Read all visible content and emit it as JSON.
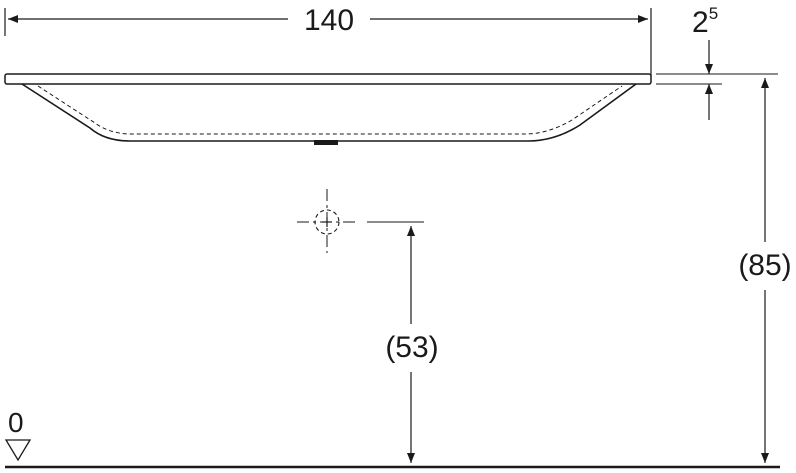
{
  "dimensions": {
    "width": "140",
    "thickness_base": "2",
    "thickness_sup": "5",
    "outlet_height": "(53)",
    "total_height": "(85)",
    "floor_level": "0"
  }
}
